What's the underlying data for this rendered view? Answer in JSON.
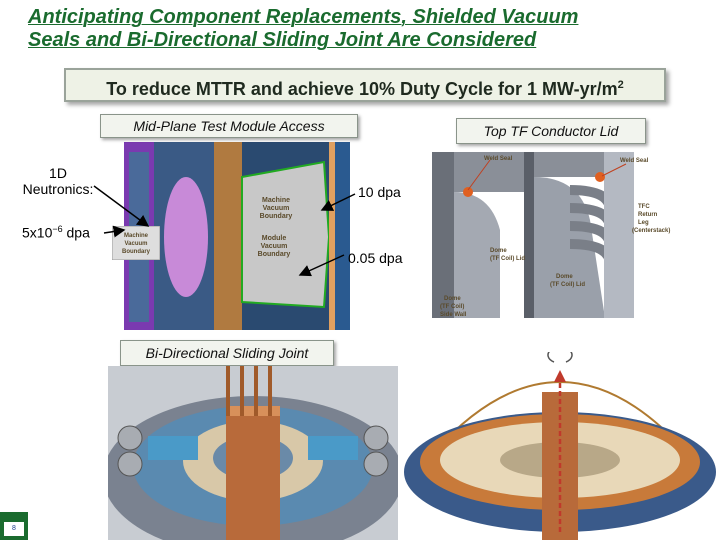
{
  "slide": {
    "title_line1": "Anticipating Component Replacements, Shielded Vacuum",
    "title_line2": "Seals and Bi-Directional Sliding Joint Are Considered",
    "banner_text": "To reduce MTTR and achieve 10% Duty Cycle for 1 MW-yr/m",
    "banner_sup": "2",
    "page_number": "8"
  },
  "labels": {
    "mid_plane": "Mid-Plane Test Module Access",
    "top_tf": "Top TF Conductor Lid",
    "neutronics_line1": "1D",
    "neutronics_line2": "Neutronics:",
    "dpa_10": "10 dpa",
    "dpa_small_base": "5x10",
    "dpa_small_exp": "−6",
    "dpa_small_unit": " dpa",
    "dpa_005": "0.05 dpa",
    "sliding_joint": "Bi-Directional Sliding Joint"
  },
  "figure_labels": {
    "machine_vacuum_boundary_1": [
      "Machine",
      "Vacuum",
      "Boundary"
    ],
    "module_vacuum_boundary": [
      "Module",
      "Vacuum",
      "Boundary"
    ],
    "machine_vacuum_boundary_2": [
      "Machine",
      "Vacuum",
      "Boundary"
    ],
    "weld_seal_1": "Weld Seal",
    "weld_seal_2": "Weld Seal",
    "tfc_return": [
      "TFC",
      "Return",
      "Leg",
      "(Centerstack)"
    ],
    "dome_lid_1": [
      "Dome",
      "(TF Coil) Lid"
    ],
    "dome_lid_2": [
      "Dome",
      "(TF Coil) Lid"
    ],
    "dome_side": [
      "Dome",
      "(TF Coil)",
      "Side Wall"
    ]
  },
  "colors": {
    "title": "#1a6b2e",
    "accent_green": "#1a6b2e",
    "arrow_red": "#c0392b"
  }
}
